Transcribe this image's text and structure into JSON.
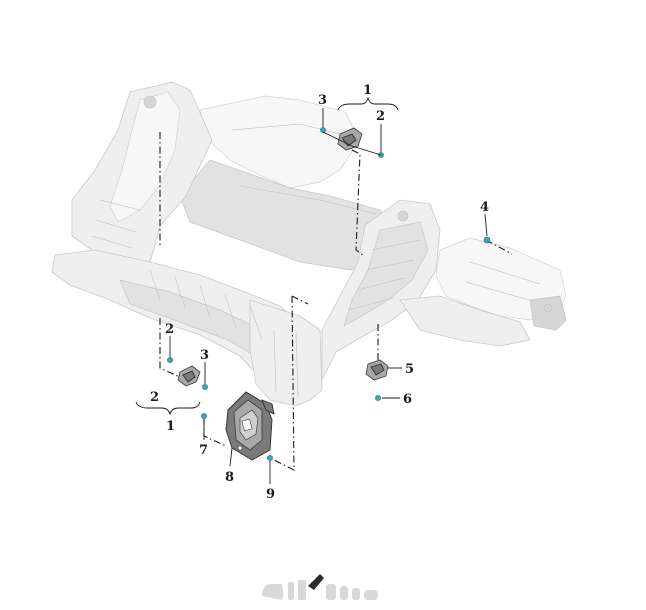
{
  "callouts": {
    "c1_top": "1",
    "c3_top": "3",
    "c2_top": "2",
    "c4": "4",
    "c2_left": "2",
    "c3_left": "3",
    "c2_bracket": "2",
    "c1_left": "1",
    "c5": "5",
    "c6": "6",
    "c7": "7",
    "c8": "8",
    "c9": "9"
  },
  "colors": {
    "frame": "#efefef",
    "part": "#7a7a7a",
    "fastener": "#3aa8b4",
    "line": "#1a1a1a"
  },
  "icons": {
    "watermark": "logo-watermark-icon"
  }
}
